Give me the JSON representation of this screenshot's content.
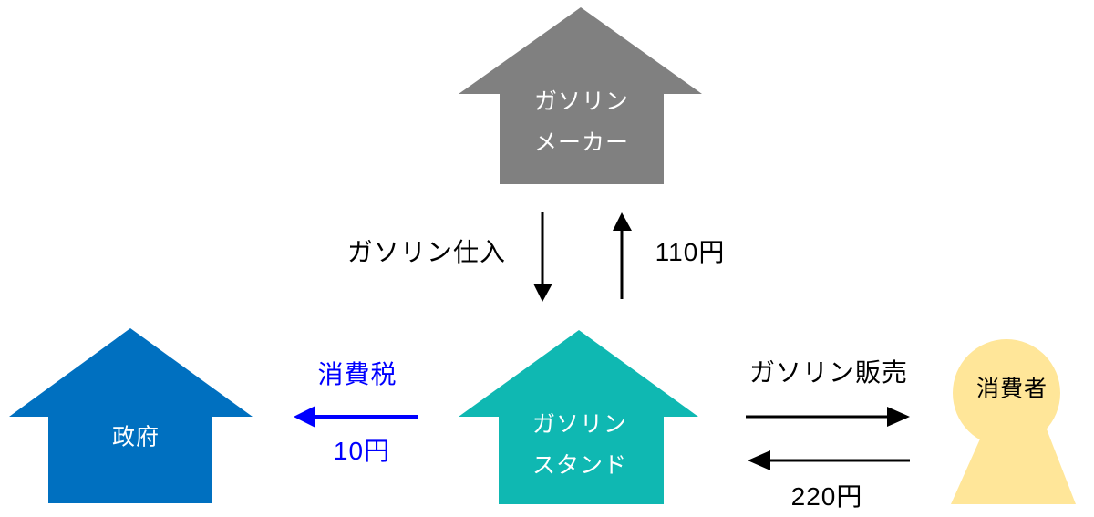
{
  "diagram_title": "gasoline-consumption-tax-flow",
  "colors": {
    "background": "#FFFFFF",
    "maker_fill": "#808080",
    "station_fill": "#0FB8B2",
    "government_fill": "#0070C0",
    "consumer_fill": "#FFE699",
    "node_text_light": "#FFFFFF",
    "node_text_dark": "#000000",
    "flow_text_black": "#000000",
    "tax_accent_blue": "#0000FF",
    "arrow_black": "#000000"
  },
  "nodes": {
    "maker": {
      "line1": "ガソリン",
      "line2": "メーカー"
    },
    "station": {
      "line1": "ガソリン",
      "line2": "スタンド"
    },
    "government": {
      "label": "政府"
    },
    "consumer": {
      "label": "消費者"
    }
  },
  "flows": {
    "purchase": {
      "label": "ガソリン仕入"
    },
    "purchase_payment": {
      "label": "110円"
    },
    "tax": {
      "label": "消費税",
      "amount": "10円"
    },
    "sale": {
      "label": "ガソリン販売"
    },
    "sale_payment": {
      "label": "220円"
    }
  }
}
